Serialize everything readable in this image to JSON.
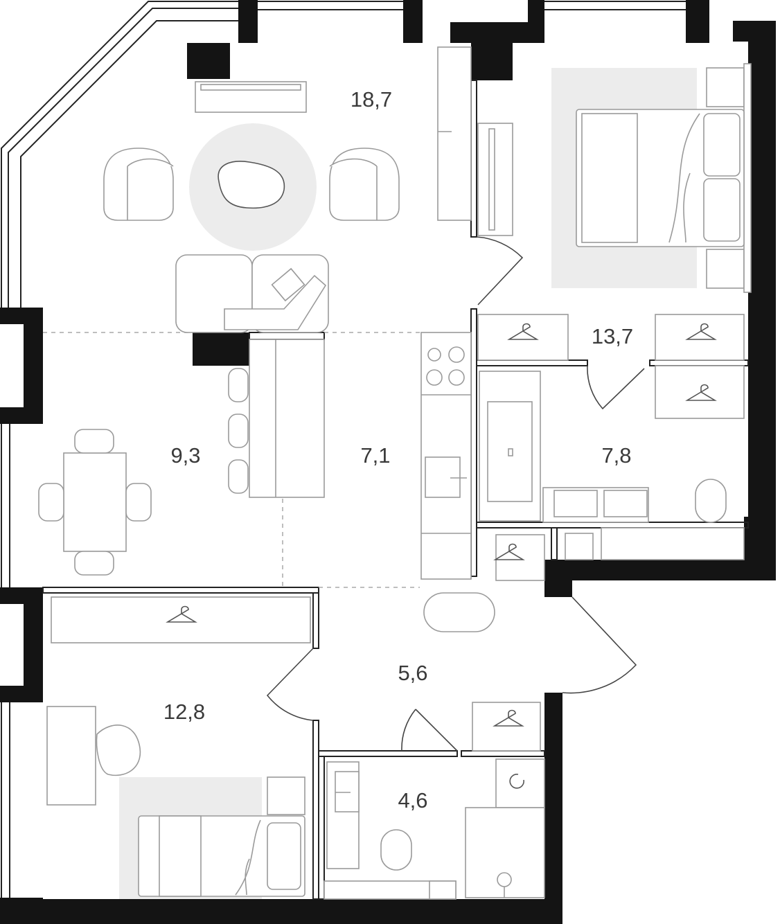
{
  "rooms": [
    {
      "id": "living",
      "area": "18,7"
    },
    {
      "id": "bedroom",
      "area": "13,7"
    },
    {
      "id": "dining",
      "area": "9,3"
    },
    {
      "id": "kitchen",
      "area": "7,1"
    },
    {
      "id": "bathroom",
      "area": "7,8"
    },
    {
      "id": "hall",
      "area": "5,6"
    },
    {
      "id": "children",
      "area": "12,8"
    },
    {
      "id": "wc",
      "area": "4,6"
    }
  ],
  "colors": {
    "wall": "#141414",
    "furniture_stroke": "#9a9a9a",
    "rug": "#ececec",
    "label": "#3a3a3a"
  }
}
